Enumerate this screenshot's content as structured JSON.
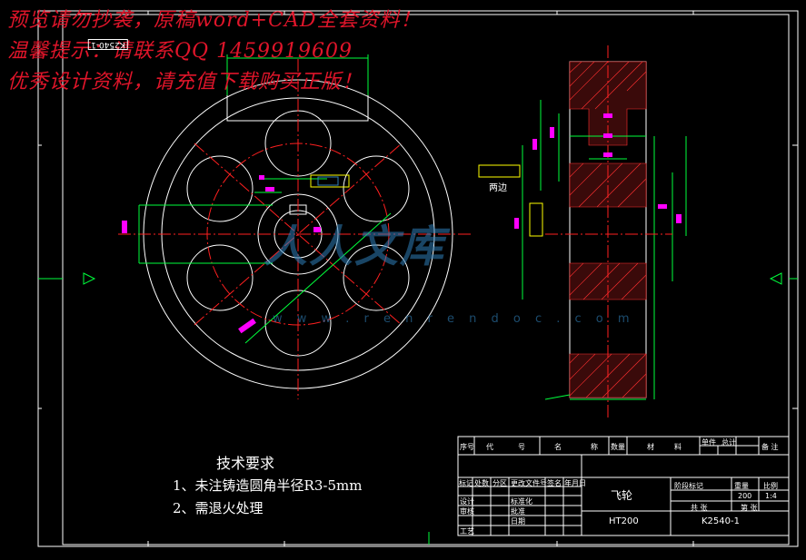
{
  "watermark": {
    "line1": "预览请勿抄袭，原稿word+CAD全套资料！",
    "line2": "温馨提示：请联系QQ 1459919609",
    "line3": "优秀设计资料，请充值下载购买正版！",
    "logo": "人人文库",
    "logo_url": "w w w . r e n r e n d o c . c o m",
    "color": "#e0152a"
  },
  "drawing": {
    "section_label": "两边",
    "stamp_code": "K2540-1"
  },
  "tech_requirements": {
    "title": "技术要求",
    "item1": "1、未注铸造圆角半径R3-5mm",
    "item2": "2、需退火处理"
  },
  "title_block": {
    "part_name": "飞轮",
    "material": "HT200",
    "drawing_number": "K2540-1",
    "scale": "1:4",
    "weight": "200",
    "parts_header": [
      "序号",
      "代",
      "号",
      "名",
      "称",
      "数量",
      "材",
      "料",
      "单件",
      "总计",
      "备 注"
    ],
    "stage_label": "阶段标记",
    "weight_label": "重量",
    "scale_label": "比例",
    "sheets_label": "共 张",
    "sheet_label": "第 张",
    "rev_header": [
      "标记",
      "处数",
      "分区",
      "更改文件号",
      "签名",
      "年月日"
    ],
    "design": "设计",
    "standard": "标准化",
    "check": "审核",
    "approve": "批准",
    "process": "工艺",
    "date_label": "日期"
  },
  "colors": {
    "line": "#ffffff",
    "center": "#ff2020",
    "dim": "#00ff3c",
    "text_dim": "#ff00ff",
    "box": "#ffff00",
    "hatch": "#ff3030",
    "logo": "#2f7fb8"
  }
}
